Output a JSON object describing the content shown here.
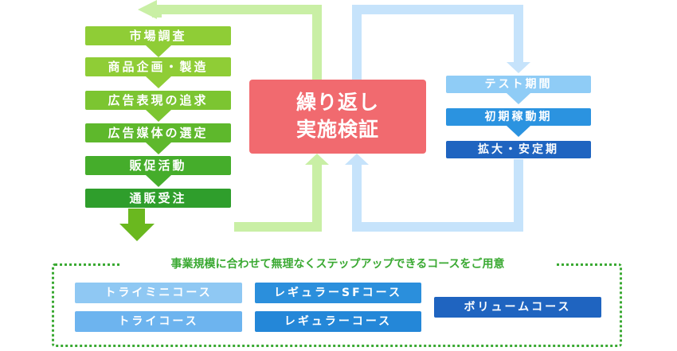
{
  "flow": {
    "steps": [
      "市場調査",
      "商品企画・製造",
      "広告表現の追求",
      "広告媒体の選定",
      "販促活動",
      "通販受注"
    ],
    "center_line1": "繰り返し",
    "center_line2": "実施検証",
    "phases": [
      "テスト期間",
      "初期稼動期",
      "拡大・安定期"
    ]
  },
  "courses": {
    "heading": "事業規模に合わせて無理なくステップアップできるコースをご用意",
    "items": [
      "トライミニコース",
      "レギュラーSFコース",
      "トライコース",
      "レギュラーコース",
      "ボリュームコース"
    ]
  },
  "colors": {
    "green_light": "#8fcd36",
    "green_mid": "#4fb52c",
    "green_dark": "#2f9e2c",
    "loop_green": "#c9efa5",
    "loop_blue": "#c6e3fb",
    "center_red": "#f16a6f",
    "blue_light": "#7cc1f4",
    "blue_mid": "#2b93e0",
    "blue_dark": "#1f64c0",
    "frame_green": "#3aa932"
  }
}
